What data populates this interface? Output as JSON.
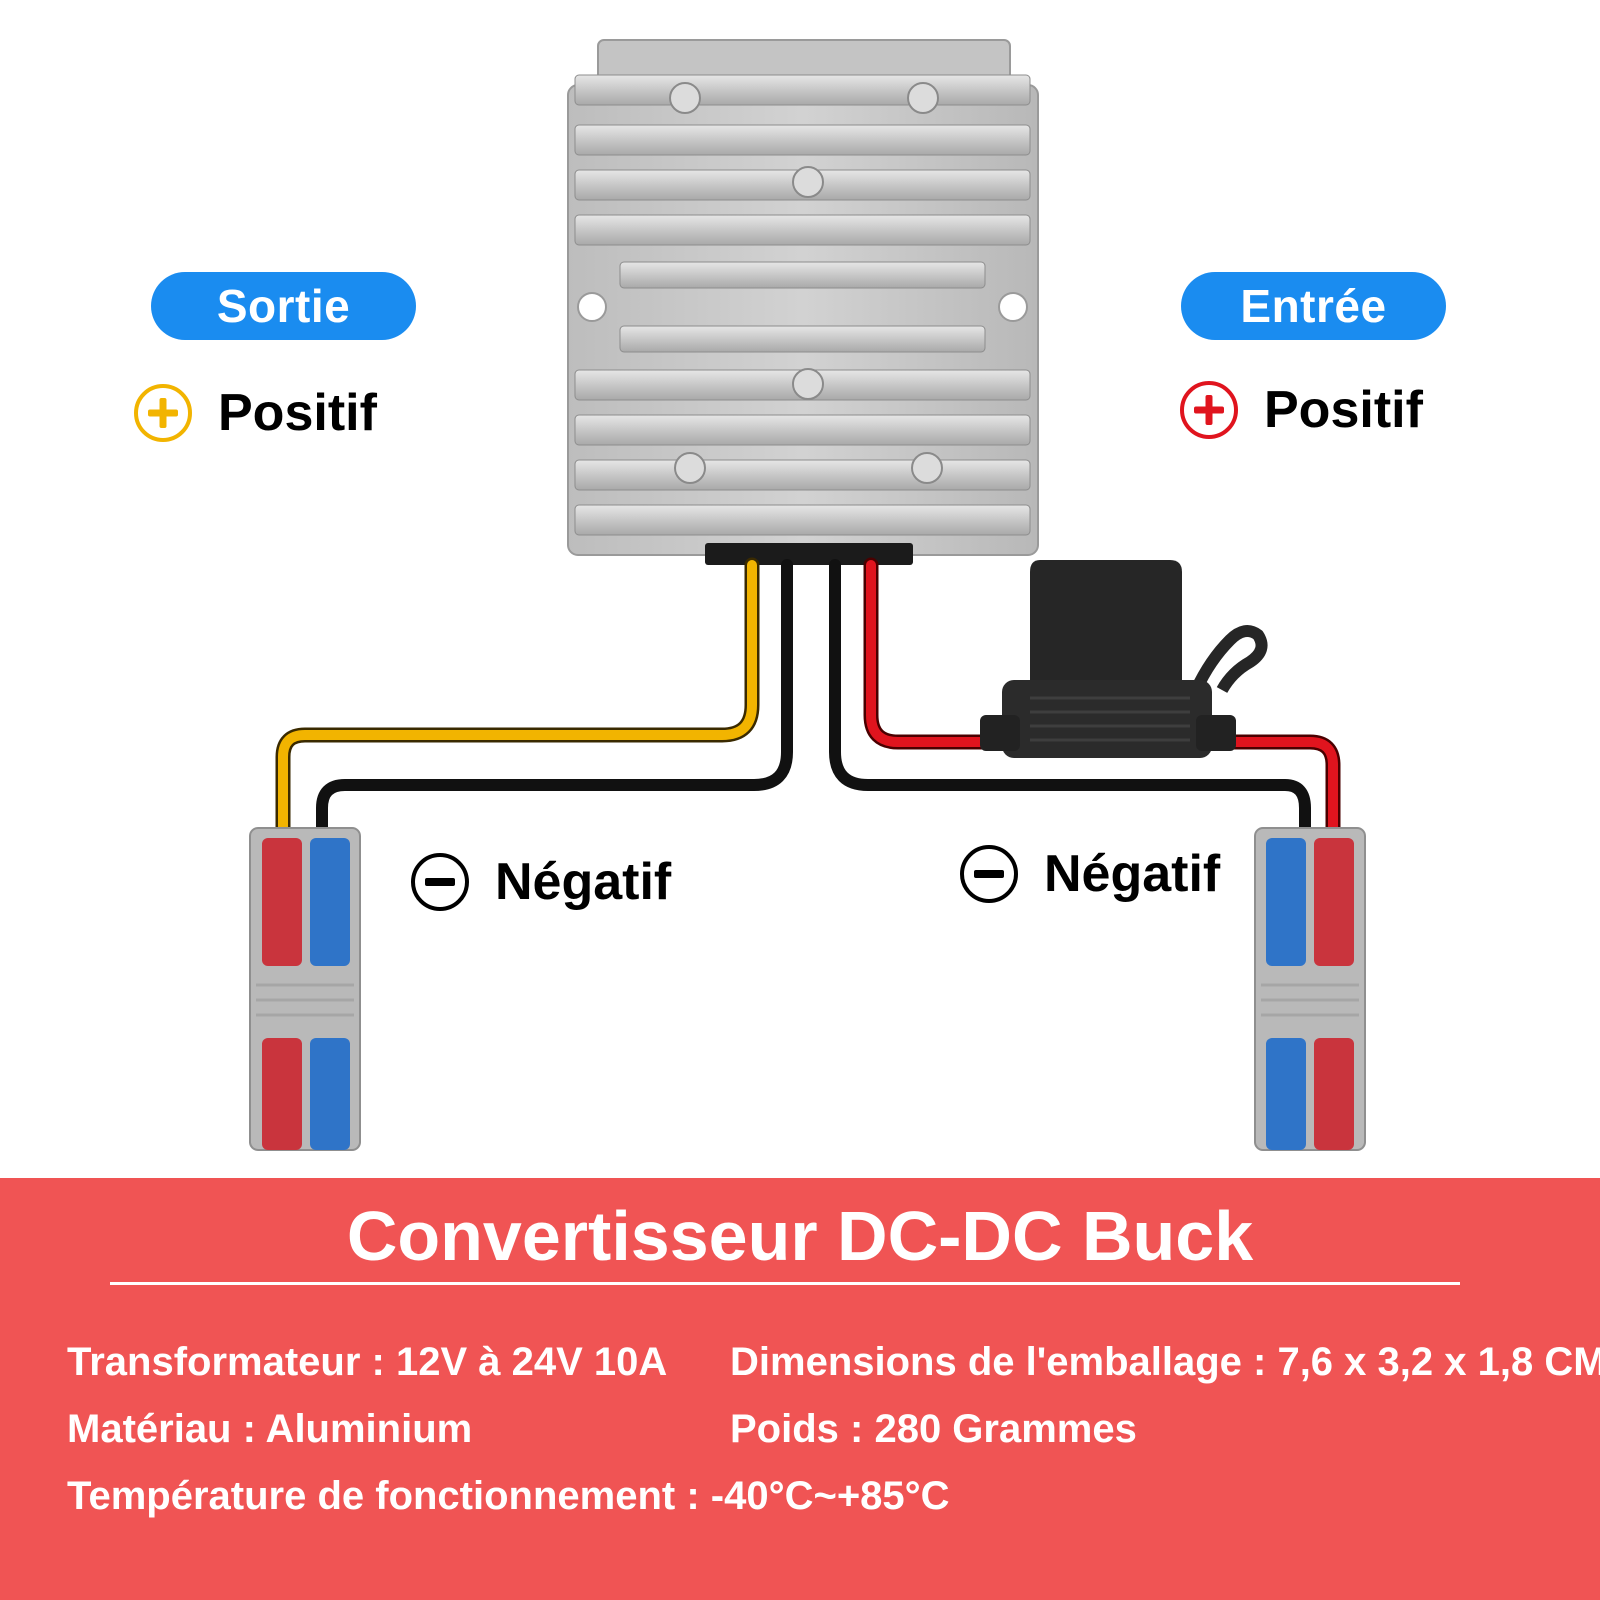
{
  "output": {
    "heading": "Sortie",
    "positive_label": "Positif",
    "negative_label": "Négatif"
  },
  "input": {
    "heading": "Entrée",
    "positive_label": "Positif",
    "negative_label": "Négatif"
  },
  "colors": {
    "heading_pill": "#1a8cf0",
    "output_positive": "#f2b400",
    "input_positive": "#e0141e",
    "negative": "#000000",
    "panel": "#f05454",
    "housing": "#c9c9c9"
  },
  "icons": [
    "plus-icon",
    "minus-icon"
  ],
  "specs": {
    "title": "Convertisseur DC-DC Buck",
    "transformer": "Transformateur : 12V à 24V 10A",
    "dimensions": "Dimensions de l'emballage : 7,6 x 3,2 x 1,8 CM",
    "material": "Matériau : Aluminium",
    "weight": "Poids : 280 Grammes",
    "temperature": "Température de fonctionnement : -40°C~+85°C"
  }
}
